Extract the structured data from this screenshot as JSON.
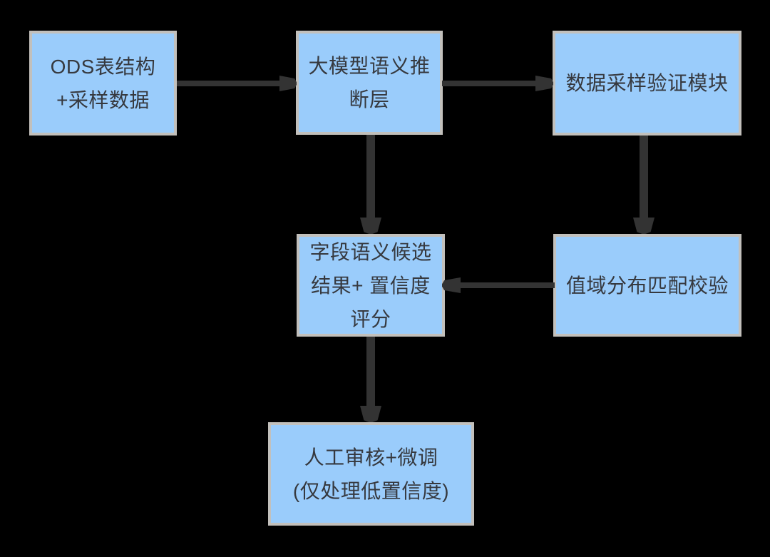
{
  "diagram": {
    "type": "flowchart",
    "colors": {
      "background": "#000000",
      "node_fill": "#9accfb",
      "node_border": "#c2c0bc",
      "node_text": "#36393f",
      "arrow": "#333333"
    },
    "nodes": [
      {
        "id": "ods",
        "label": "ODS表结构\n+采样数据"
      },
      {
        "id": "llm",
        "label": "大模型语义推\n断层"
      },
      {
        "id": "sampling",
        "label": "数据采样验证模块"
      },
      {
        "id": "candidates",
        "label": "字段语义候选\n结果+ 置信度\n评分"
      },
      {
        "id": "range",
        "label": "值域分布匹配校验"
      },
      {
        "id": "manual",
        "label": "人工审核+微调\n(仅处理低置信度)"
      }
    ],
    "edges": [
      {
        "from": "ods",
        "to": "llm",
        "direction": "right"
      },
      {
        "from": "llm",
        "to": "sampling",
        "direction": "right"
      },
      {
        "from": "llm",
        "to": "candidates",
        "direction": "down"
      },
      {
        "from": "sampling",
        "to": "range",
        "direction": "down"
      },
      {
        "from": "range",
        "to": "candidates",
        "direction": "left"
      },
      {
        "from": "candidates",
        "to": "manual",
        "direction": "down"
      }
    ]
  }
}
